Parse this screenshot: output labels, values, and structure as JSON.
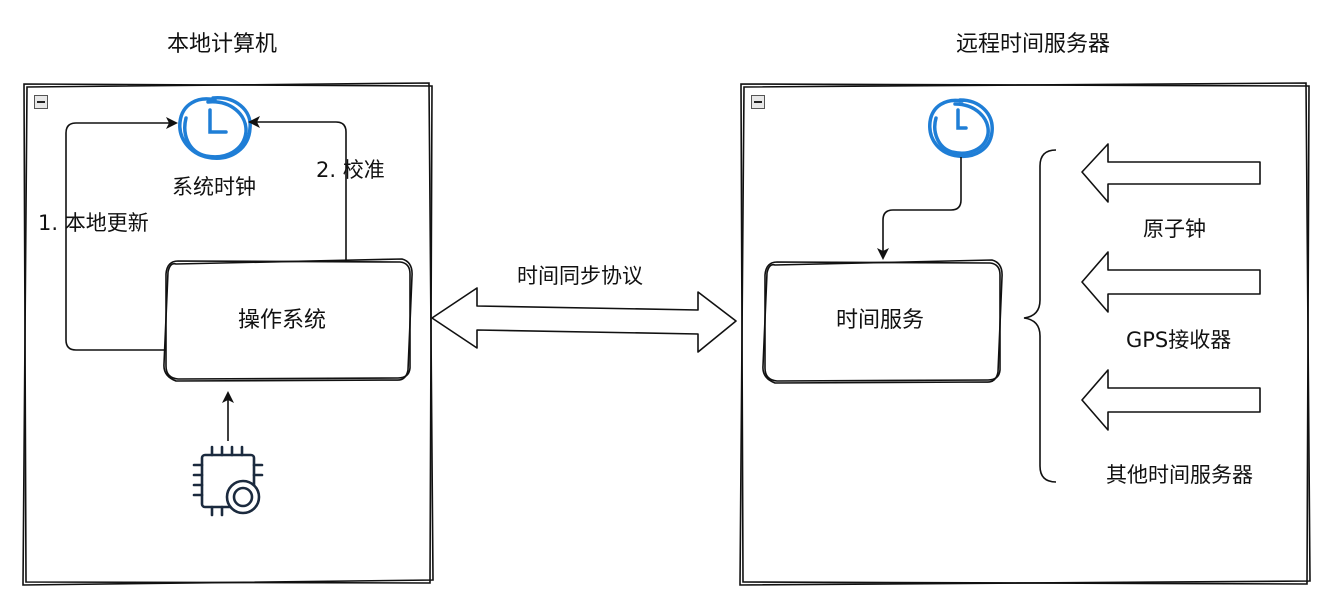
{
  "local_panel": {
    "title": "本地计算机",
    "clock_label": "系统时钟",
    "os_label": "操作系统",
    "step_update": "1. 本地更新",
    "step_calibrate": "2. 校准",
    "clock_icon": "clock-icon",
    "chip_icon": "cpu-chip-clock-icon"
  },
  "protocol_label": "时间同步协议",
  "remote_panel": {
    "title": "远程时间服务器",
    "service_label": "时间服务",
    "clock_icon": "clock-icon",
    "sources": [
      "原子钟",
      "GPS接收器",
      "其他时间服务器"
    ]
  },
  "colors": {
    "stroke": "#111111",
    "clock_blue": "#1f7ed6"
  }
}
